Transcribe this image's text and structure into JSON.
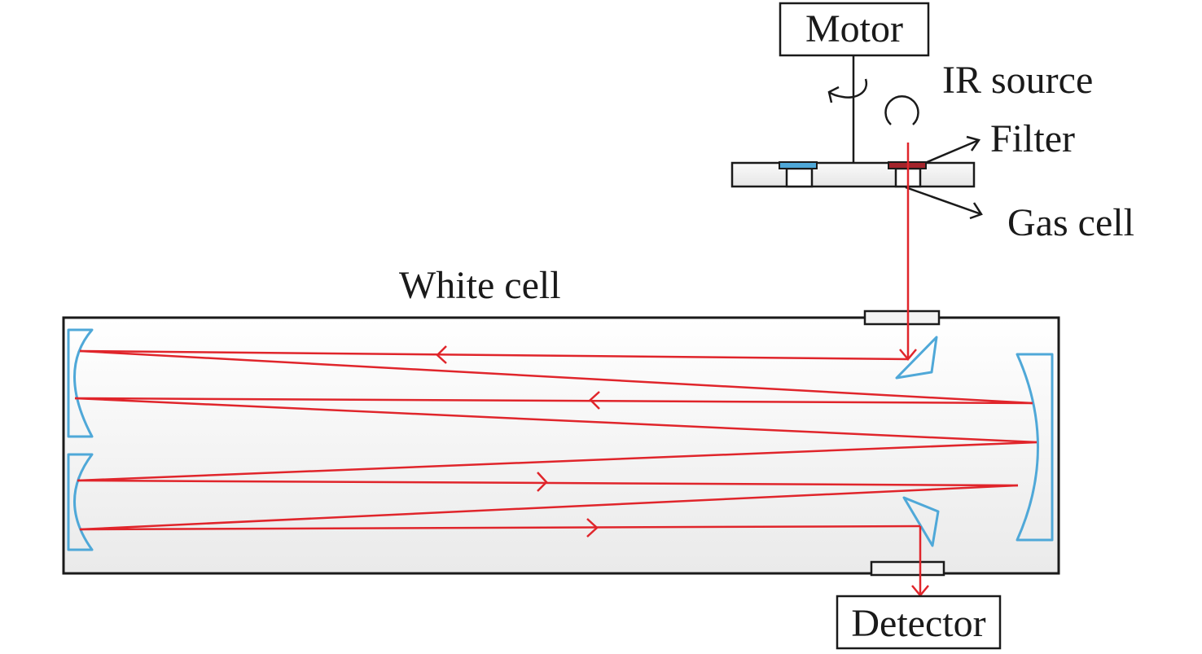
{
  "labels": {
    "motor": "Motor",
    "ir_source": "IR source",
    "filter": "Filter",
    "gas_cell": "Gas cell",
    "white_cell": "White cell",
    "detector": "Detector"
  },
  "colors": {
    "beam": "#e0252b",
    "mirror": "#4fa8d8",
    "filter": "#a4242b",
    "reference_filter": "#4fa8d8",
    "outline": "#1a1a1a"
  }
}
